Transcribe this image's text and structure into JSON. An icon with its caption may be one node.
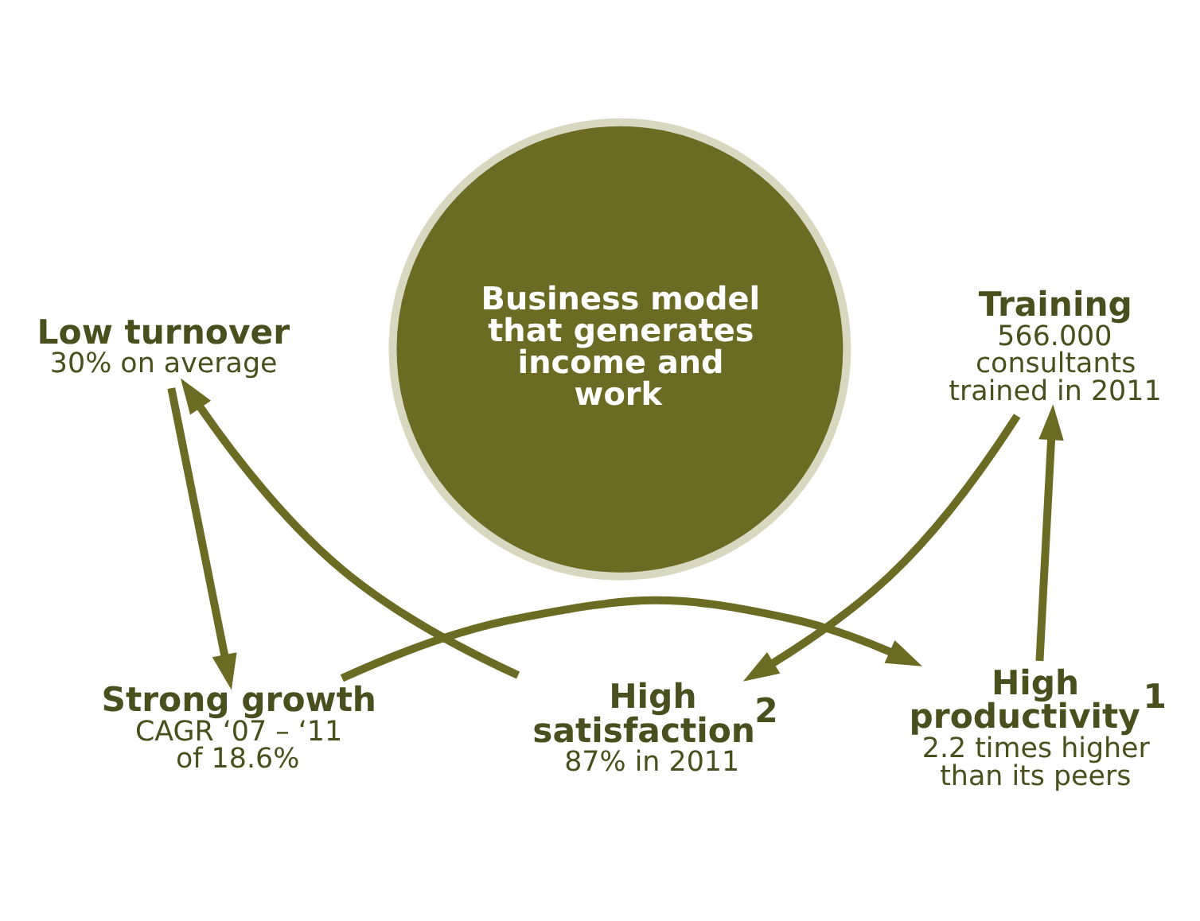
{
  "diagram": {
    "nodes": [
      {
        "text": [
          "Business model that generates income and work"
        ]
      },
      {
        "text": [
          "Strong growth",
          "CAGR ‘07 – ‘11 of 18.6%"
        ]
      },
      {
        "text": [
          "High productivity$^{1}$",
          "2.2 times higher than its peers"
        ]
      },
      {
        "text": [
          "Training",
          "566.000 consultants trained in 2011"
        ]
      },
      {
        "text": [
          "High satisfaction$^{2}$",
          "87% in 2011"
        ]
      },
      {
        "text": [
          "Low turnover",
          "30% on average"
        ]
      }
    ],
    "edges": [
      {
        "from": 1,
        "to": 2,
        "arrow": "to"
      },
      {
        "from": 2,
        "to": 3,
        "arrow": "to"
      },
      {
        "from": 3,
        "to": 4,
        "arrow": "to"
      },
      {
        "from": 4,
        "to": 5,
        "arrow": "to"
      },
      {
        "from": 5,
        "to": 1,
        "arrow": "to"
      }
    ]
  }
}
